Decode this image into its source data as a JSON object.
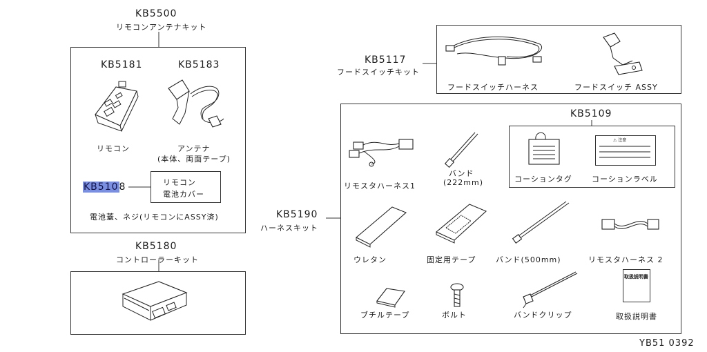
{
  "kb5500": {
    "code": "KB5500",
    "name": "リモコンアンテナキット"
  },
  "kb5181": {
    "code": "KB5181",
    "name": "リモコン"
  },
  "kb5183": {
    "code": "KB5183",
    "name": "アンテナ",
    "sub": "(本体、両面テープ)"
  },
  "kb5108": {
    "code_highlighted": "KB510",
    "code_rest": "8",
    "name_line1": "リモコン",
    "name_line2": "電池カバー"
  },
  "battery_note": "電池蓋、ネジ(リモコンにASSY済)",
  "kb5180": {
    "code": "KB5180",
    "name": "コントローラーキット"
  },
  "kb5117": {
    "code": "KB5117",
    "name": "フードスイッチキット",
    "item1": "フードスイッチハーネス",
    "item2": "フードスイッチ ASSY"
  },
  "kb5109": {
    "code": "KB5109",
    "item1": "コーションタグ",
    "item2": "コーションラベル"
  },
  "kb5190": {
    "code": "KB5190",
    "name": "ハーネスキット",
    "items": [
      "リモスタハーネス1",
      "バンド",
      "(222mm)",
      "ウレタン",
      "固定用テープ",
      "バンド(500mm)",
      "リモスタハーネス 2",
      "ブチルテープ",
      "ボルト",
      "バンドクリップ",
      "取扱説明書"
    ]
  },
  "label_text": {
    "caution_title": "注意",
    "manual_cover": "取扱説明書"
  },
  "footer_code": "YB51 0392",
  "colors": {
    "highlight": "#7b8fe0",
    "line": "#333333"
  }
}
